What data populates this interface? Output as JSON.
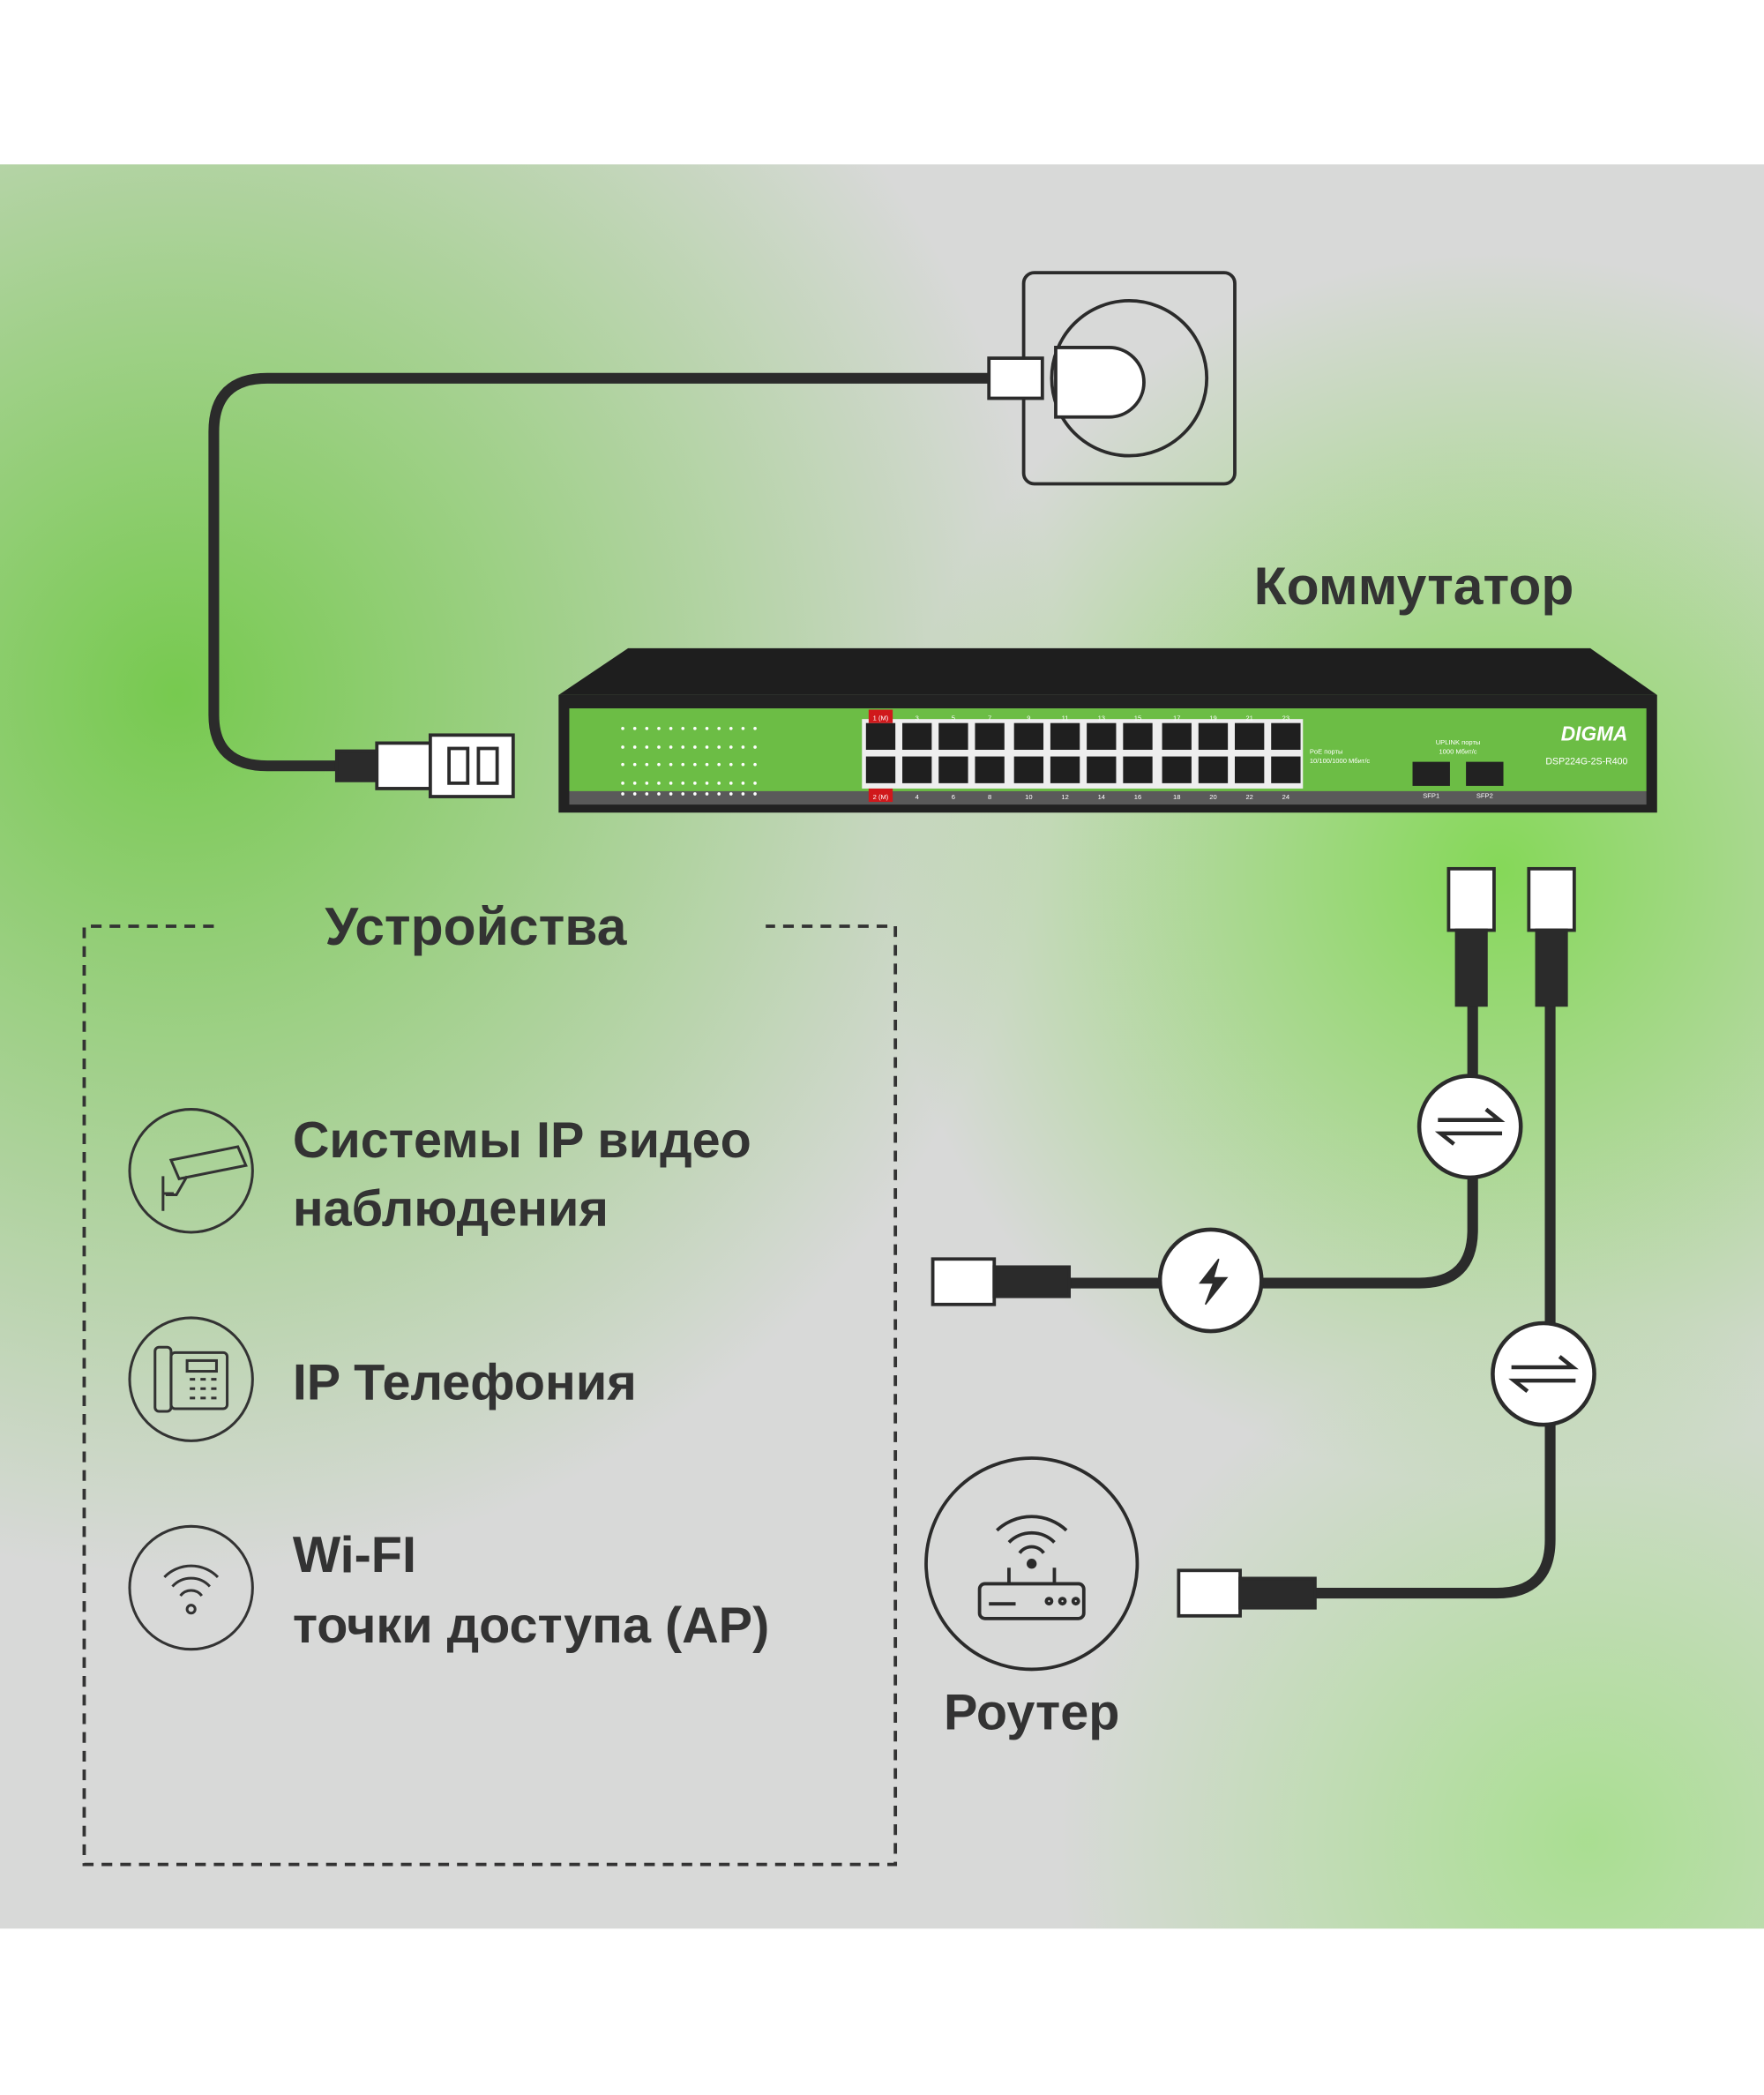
{
  "switch": {
    "title": "Коммутатор",
    "brand": "DIGMA",
    "model": "DSP224G-2S-R400",
    "poe_ports_label": "PoE порты",
    "poe_ports_speed": "10/100/1000 Мбит/с",
    "uplink_label": "UPLINK порты",
    "uplink_speed": "1000 Мбит/с",
    "sfp1": "SFP1",
    "sfp2": "SFP2",
    "port_top_labels": [
      "1 (M)",
      "3",
      "5",
      "7",
      "9",
      "11",
      "13",
      "15",
      "17",
      "19",
      "21",
      "23"
    ],
    "port_bottom_labels": [
      "2 (M)",
      "4",
      "6",
      "8",
      "10",
      "12",
      "14",
      "16",
      "18",
      "20",
      "22",
      "24"
    ]
  },
  "devices": {
    "title": "Устройства",
    "items": [
      {
        "icon": "cctv-camera-icon",
        "line1": "Системы IP видео",
        "line2": "наблюдения"
      },
      {
        "icon": "ip-phone-icon",
        "line1": "IP Телефония",
        "line2": ""
      },
      {
        "icon": "wifi-icon",
        "line1": "Wi-FI",
        "line2": "точки доступа (AP)"
      }
    ]
  },
  "router": {
    "label": "Роутер",
    "icon": "router-icon"
  },
  "connectors": [
    "power-socket-icon",
    "data-transfer-icon",
    "poe-power-icon"
  ],
  "colors": {
    "accent_green": "#6cc04a",
    "cable": "#2b2b2b",
    "background": "#d9d9d9"
  }
}
